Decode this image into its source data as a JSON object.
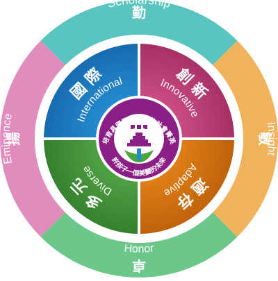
{
  "outer_ring": [
    {
      "id": "top",
      "en": "Scholarship",
      "zh": "勤",
      "color": "#5ac4c0"
    },
    {
      "id": "right",
      "en": "Insight",
      "zh": "敏",
      "color": "#f0b25a"
    },
    {
      "id": "bottom",
      "en": "Honor",
      "zh": "卓",
      "color": "#6cc78b"
    },
    {
      "id": "left",
      "en": "Eminence",
      "zh": "揚",
      "color": "#e08dbd"
    }
  ],
  "inner_quadrants": [
    {
      "id": "international",
      "en": "International",
      "zh": "國 際",
      "color": "#1f8ad3"
    },
    {
      "id": "innovative",
      "en": "Innovative",
      "zh": "創 新",
      "color": "#c2437a"
    },
    {
      "id": "adaptive",
      "en": "Adaptive",
      "zh": "適 存",
      "color": "#e07b12"
    },
    {
      "id": "diverse",
      "en": "Diverse",
      "zh": "多 元",
      "color": "#4a9c3d"
    }
  ],
  "center": {
    "motto_top": "．培育具國際競爭力的社會菁英．",
    "motto_bottom": "許孩子一個美麗的未來",
    "ring_color": "#8b1f86",
    "logo_icon": "school-emblem-icon"
  }
}
